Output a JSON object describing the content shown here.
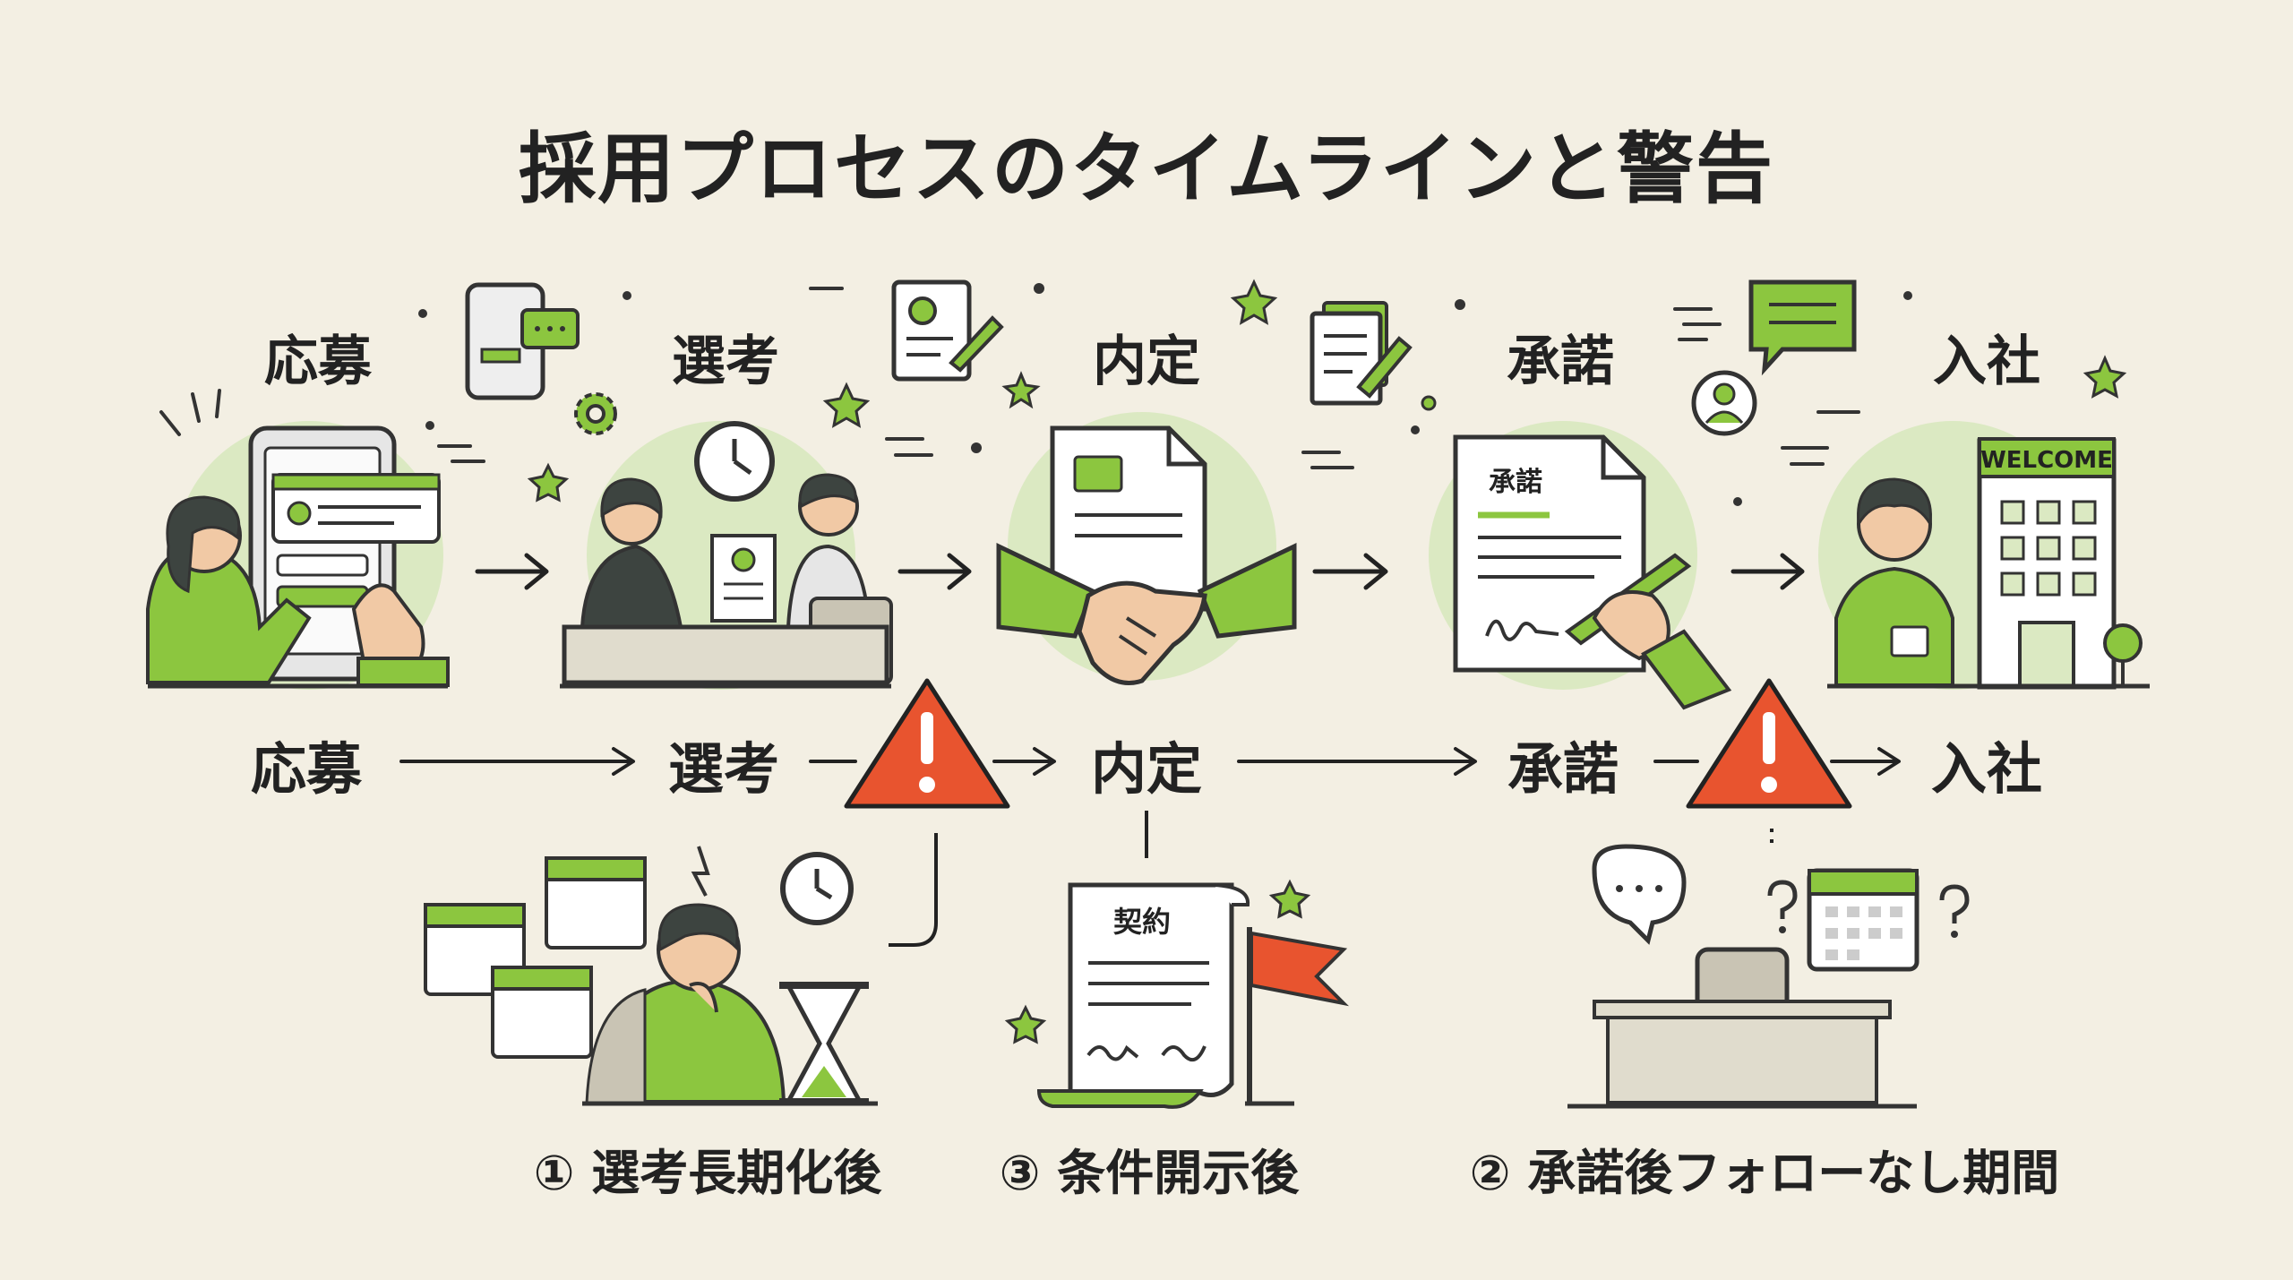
{
  "title": "採用プロセスのタイムラインと警告",
  "stages_top": [
    "応募",
    "選考",
    "内定",
    "承諾",
    "入社"
  ],
  "stages_row": [
    "応募",
    "選考",
    "内定",
    "承諾",
    "入社"
  ],
  "illustration_text": {
    "welcome_sign": "WELCOME",
    "acceptance_doc": "承諾",
    "contract_doc": "契約"
  },
  "warnings": [
    {
      "caption": "① 選考長期化後",
      "icon": "warning-icon"
    },
    {
      "caption": "③ 条件開示後",
      "icon": "warning-icon"
    },
    {
      "caption": "② 承諾後フォローなし期間",
      "icon": "warning-icon"
    }
  ],
  "colors": {
    "background": "#f3efe3",
    "accent_green": "#8cc63f",
    "light_green": "#dbe9c2",
    "warning_red": "#e8542f",
    "ink": "#222222"
  }
}
